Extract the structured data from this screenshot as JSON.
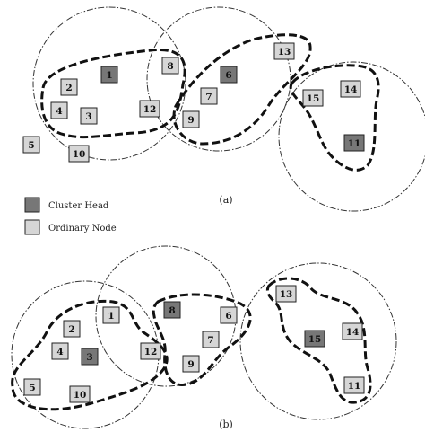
{
  "colors": {
    "cluster_head": "#777777",
    "ordinary_node": "#d6d6d6",
    "outline": "#111111"
  },
  "legend": {
    "cluster_head_label": "Cluster Head",
    "ordinary_node_label": "Ordinary Node"
  },
  "panels": [
    {
      "caption": "(a)",
      "heads": [
        "1",
        "6",
        "11"
      ],
      "nodes": [
        "1",
        "2",
        "3",
        "4",
        "5",
        "6",
        "7",
        "8",
        "9",
        "10",
        "11",
        "12",
        "13",
        "14",
        "15"
      ]
    },
    {
      "caption": "(b)",
      "heads": [
        "3",
        "8",
        "15"
      ],
      "nodes": [
        "1",
        "2",
        "3",
        "4",
        "5",
        "6",
        "7",
        "8",
        "9",
        "10",
        "11",
        "12",
        "13",
        "14",
        "15"
      ]
    }
  ]
}
